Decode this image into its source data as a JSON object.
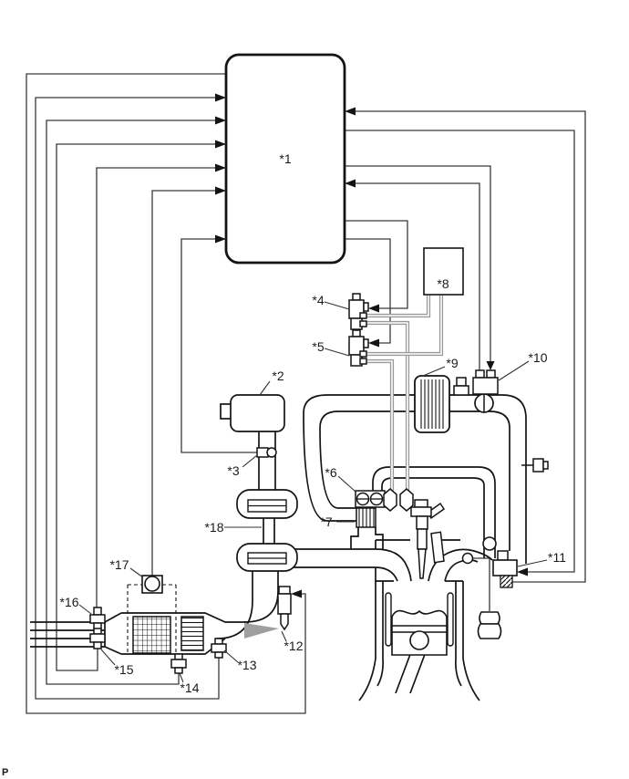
{
  "diagram": {
    "type": "engine-system-schematic",
    "labels": {
      "l1": "*1",
      "l2": "*2",
      "l3": "*3",
      "l4": "*4",
      "l5": "*5",
      "l6": "*6",
      "l7": "*7",
      "l8": "*8",
      "l9": "*9",
      "l10": "*10",
      "l11": "*11",
      "l12": "*12",
      "l13": "*13",
      "l14": "*14",
      "l15": "*15",
      "l16": "*16",
      "l17": "*17",
      "l18": "*18",
      "corner_mark": "P"
    },
    "colors": {
      "background": "#ffffff",
      "component_line": "#141414",
      "wire_line": "#3a3a3a",
      "hose_line": "#9a9a9a",
      "spray_fill": "#9f9f9f"
    }
  }
}
